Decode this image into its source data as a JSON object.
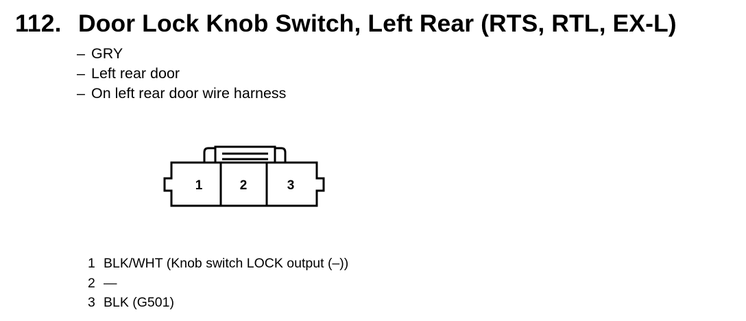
{
  "title": {
    "number": "112.",
    "text": "Door Lock Knob Switch, Left Rear (RTS, RTL, EX-L)"
  },
  "details": [
    {
      "dash": "–",
      "text": "GRY"
    },
    {
      "dash": "–",
      "text": "Left rear door"
    },
    {
      "dash": "–",
      "text": "On left rear door wire harness"
    }
  ],
  "connector": {
    "terminals": [
      "1",
      "2",
      "3"
    ]
  },
  "pinouts": [
    {
      "terminal": "1",
      "wire": "BLK/WHT (Knob switch LOCK output (–))"
    },
    {
      "terminal": "2",
      "wire": "—"
    },
    {
      "terminal": "3",
      "wire": "BLK (G501)"
    }
  ]
}
